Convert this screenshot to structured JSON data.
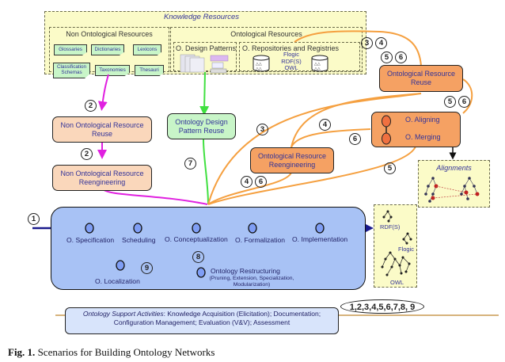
{
  "knowledge_resources": {
    "title": "Knowledge Resources",
    "non_ontological": {
      "title": "Non Ontological Resources",
      "items": [
        "Glossaries",
        "Dictionaries",
        "Lexicons",
        "Classification Schemas",
        "Taxonomies",
        "Thesauri"
      ]
    },
    "ontological": {
      "title": "Ontological Resources",
      "design_patterns": "O. Design Patterns",
      "repositories": {
        "title": "O. Repositories and Registries",
        "languages": [
          "Flogic",
          "RDF(S)",
          "OWL"
        ]
      }
    }
  },
  "processes": {
    "non_ont_reuse": "Non Ontological Resource Reuse",
    "non_ont_reeng": "Non Ontological Resource Reengineering",
    "odp_reuse": "Ontology Design Pattern Reuse",
    "ont_reuse": "Ontological Resource Reuse",
    "ont_reeng": "Ontological Resource Reengineering",
    "aligning": "O. Aligning",
    "merging": "O. Merging"
  },
  "alignments": {
    "title": "Alignments"
  },
  "languages_box": [
    "RDF(S)",
    "Flogic",
    "OWL"
  ],
  "main_process": {
    "activities": [
      "O. Specification",
      "Scheduling",
      "O. Conceptualization",
      "O. Formalization",
      "O. Implementation"
    ],
    "localization": "O. Localization",
    "restructuring": "Ontology Restructuring",
    "restructuring_detail": "(Pruning, Extension, Specialization, Modularization)"
  },
  "scenario_labels": {
    "s1": "1",
    "s2a": "2",
    "s2b": "2",
    "s3a": "3",
    "s3b": "3",
    "s4a": "4",
    "s4b": "4",
    "s4c": "4",
    "s5a": "5",
    "s5b": "5",
    "s5c": "5",
    "s6a": "6",
    "s6b": "6",
    "s6c": "6",
    "s6d": "6",
    "s7": "7",
    "s8": "8",
    "s9": "9"
  },
  "support": {
    "label": "Ontology Support Activities",
    "text1": ": Knowledge Acquisition (Elicitation); Documentation;",
    "text2": "Configuration Management; Evaluation (V&V); Assessment",
    "scenarios": "1,2,3,4,5,6,7,8, 9"
  },
  "caption": {
    "prefix": "Fig. 1.",
    "text": " Scenarios for Building Ontology Networks"
  },
  "colors": {
    "orange_flow": "#f5a040",
    "magenta_flow": "#e020e0",
    "green_flow": "#40e040",
    "purple_flow": "#9933dd",
    "dark_green_flow": "#339933",
    "timeline": "#1a1a8c",
    "support_line": "#c89a50"
  }
}
